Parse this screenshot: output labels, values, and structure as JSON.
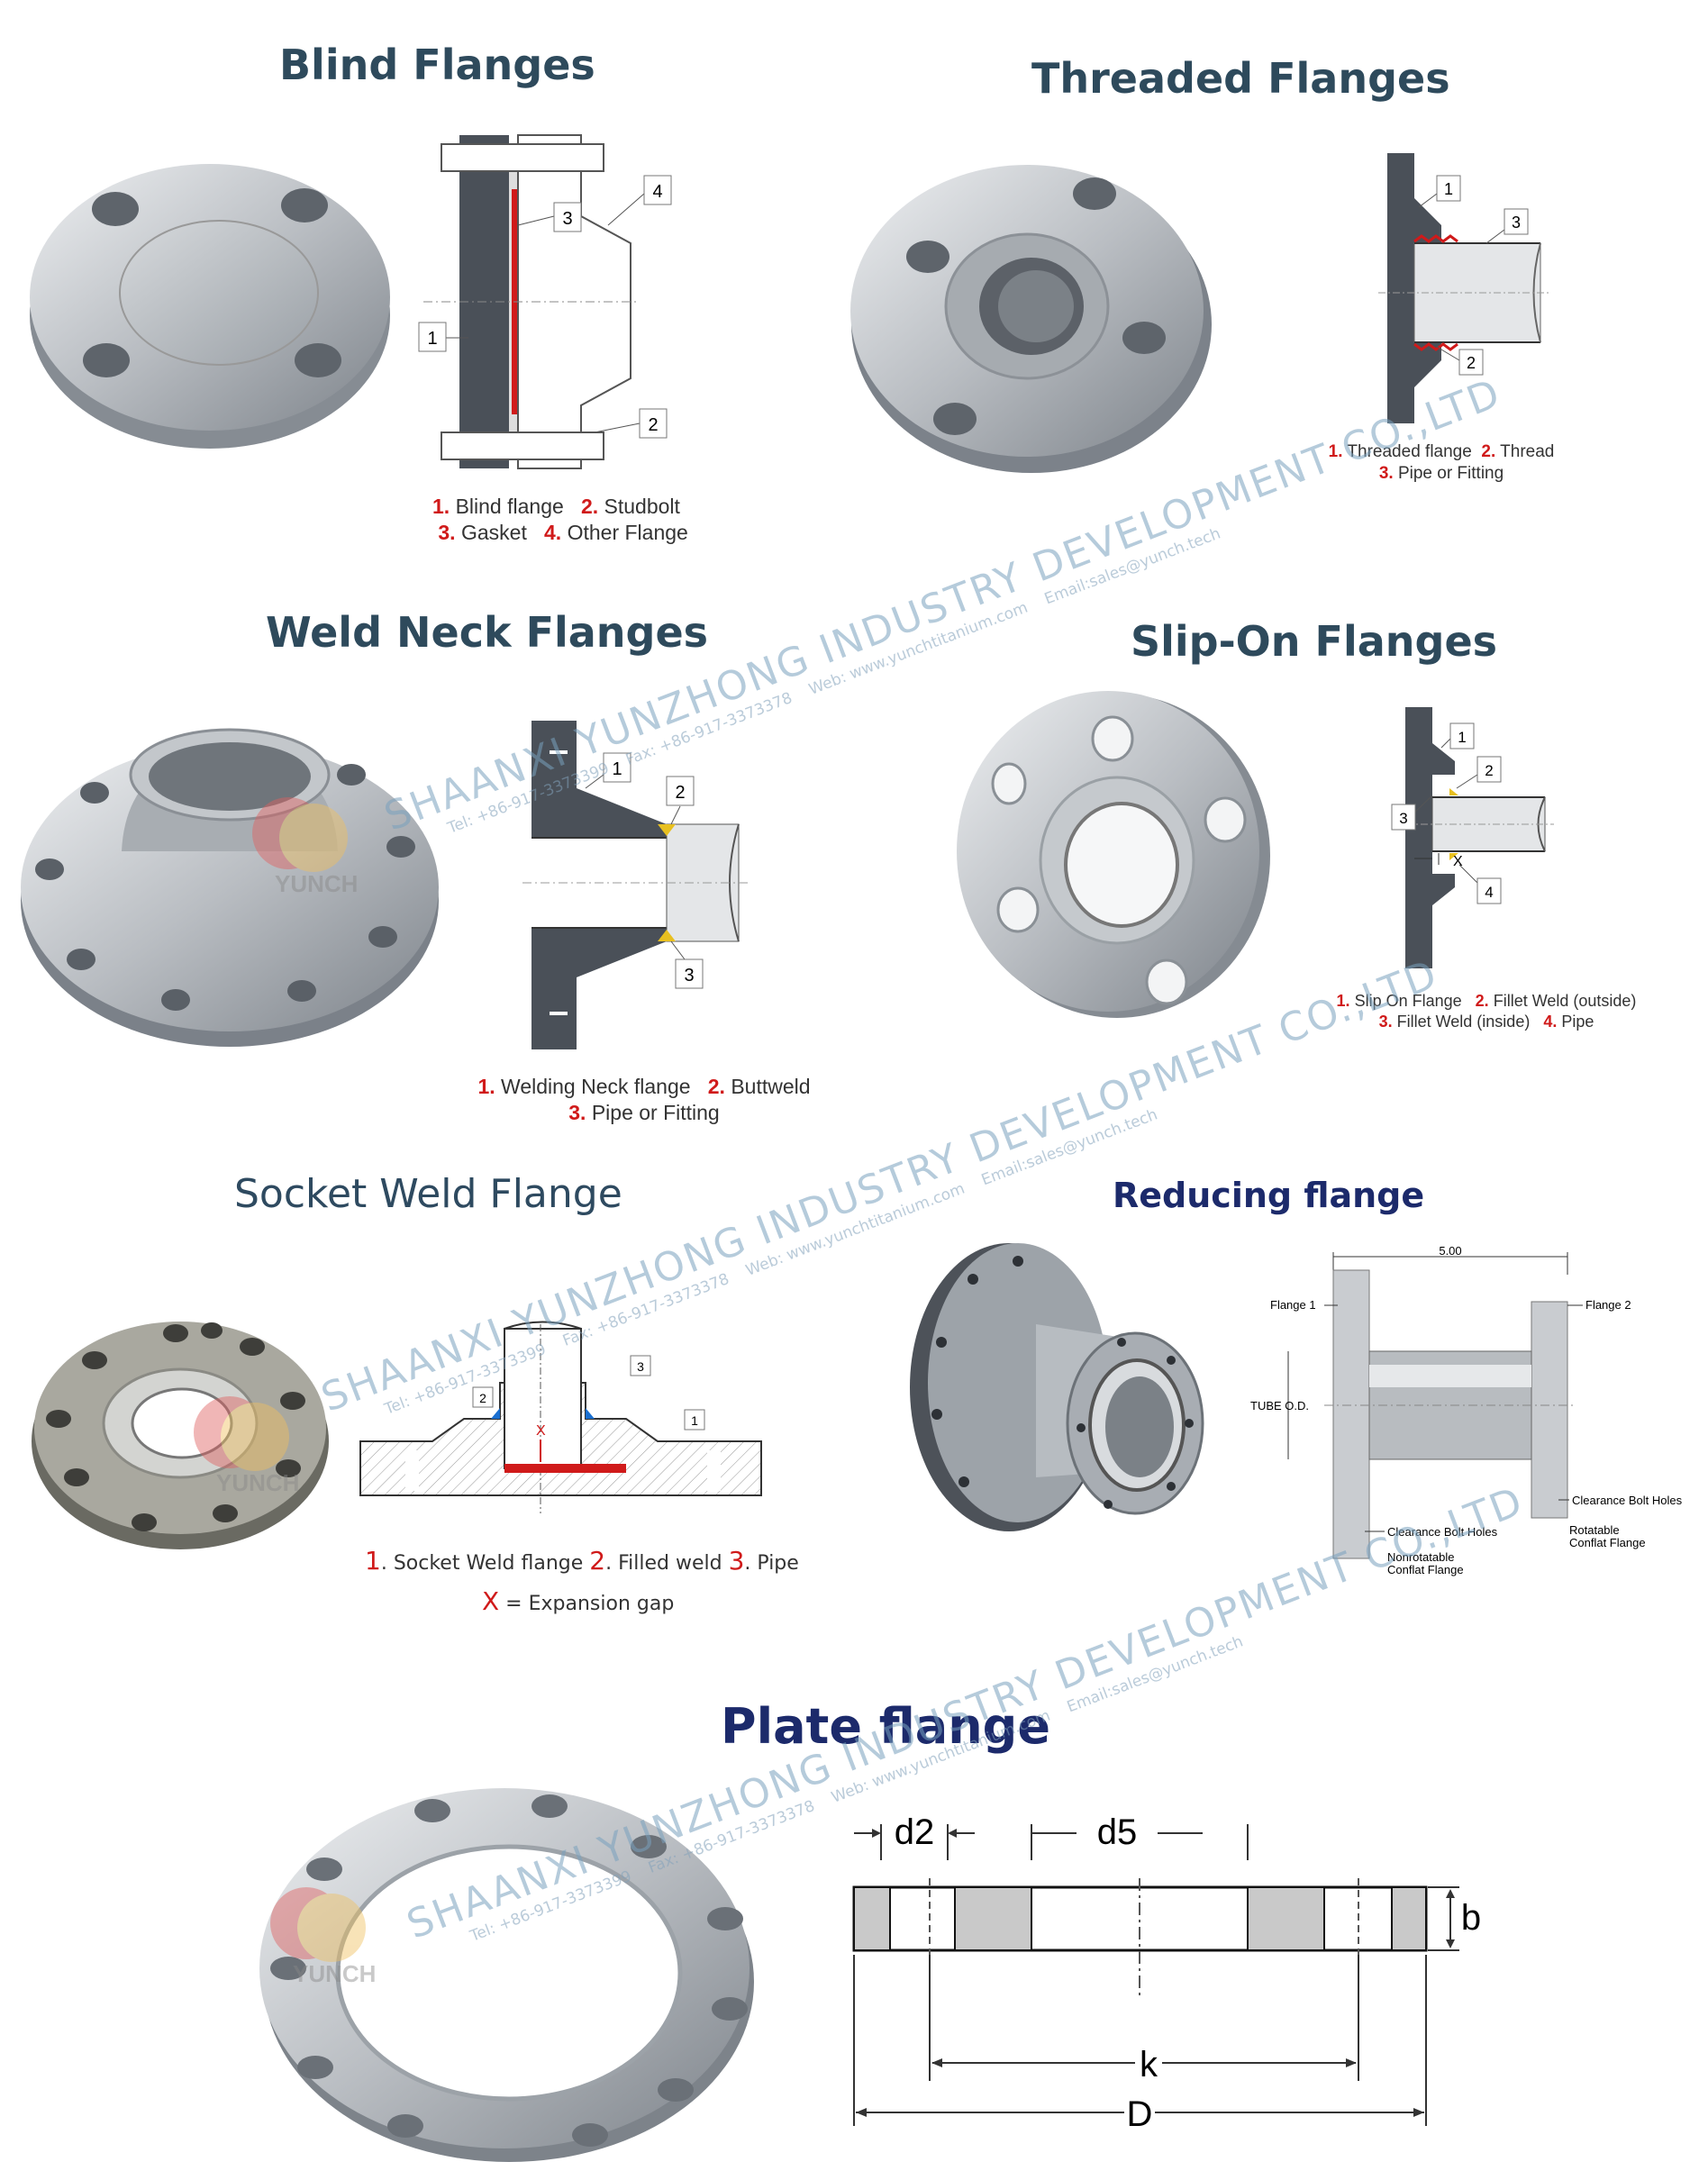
{
  "sections": {
    "blind": {
      "title": "Blind Flanges",
      "labels": [
        "1",
        "2",
        "3",
        "4"
      ],
      "legend": [
        {
          "num": "1.",
          "text": "Blind flange"
        },
        {
          "num": "2.",
          "text": "Studbolt"
        },
        {
          "num": "3.",
          "text": "Gasket"
        },
        {
          "num": "4.",
          "text": "Other Flange"
        }
      ]
    },
    "threaded": {
      "title": "Threaded Flanges",
      "labels": [
        "1",
        "2",
        "3"
      ],
      "legend": [
        {
          "num": "1.",
          "text": "Threaded flange"
        },
        {
          "num": "2.",
          "text": "Thread"
        },
        {
          "num": "3.",
          "text": "Pipe or Fitting"
        }
      ]
    },
    "weldneck": {
      "title": "Weld Neck Flanges",
      "labels": [
        "1",
        "2",
        "3"
      ],
      "legend": [
        {
          "num": "1.",
          "text": "Welding Neck flange"
        },
        {
          "num": "2.",
          "text": "Buttweld"
        },
        {
          "num": "3.",
          "text": "Pipe or Fitting"
        }
      ]
    },
    "slipon": {
      "title": "Slip-On Flanges",
      "labels": [
        "1",
        "2",
        "3",
        "4",
        "X"
      ],
      "legend": [
        {
          "num": "1.",
          "text": "Slip On Flange"
        },
        {
          "num": "2.",
          "text": "Fillet Weld (outside)"
        },
        {
          "num": "3.",
          "text": "Fillet Weld (inside)"
        },
        {
          "num": "4.",
          "text": "Pipe"
        }
      ]
    },
    "socket": {
      "title": "Socket Weld Flange",
      "labels": [
        "1",
        "2",
        "3",
        "X"
      ],
      "legend": [
        {
          "num": "1",
          "text": ". Socket Weld flange "
        },
        {
          "num": "2",
          "text": ". Filled weld "
        },
        {
          "num": "3",
          "text": ". Pipe"
        }
      ],
      "gap_symbol": "X",
      "gap_text": " = Expansion gap"
    },
    "reducing": {
      "title": "Reducing flange",
      "dim": "5.00",
      "labels": {
        "flange1": "Flange 1",
        "flange2": "Flange 2",
        "tube_od": "TUBE O.D.",
        "clearance_right": "Clearance Bolt Holes",
        "clearance_left": "Clearance Bolt Holes",
        "rotatable_1": "Rotatable",
        "rotatable_2": "Conflat Flange",
        "nonrot_1": "Nonrotatable",
        "nonrot_2": "Conflat Flange"
      }
    },
    "plate": {
      "title": "Plate flange",
      "dims": {
        "d2": "d2",
        "d5": "d5",
        "b": "b",
        "k": "k",
        "D": "D"
      }
    }
  },
  "watermark": {
    "company": "SHAANXI YUNZHONG INDUSTRY DEVELOPMENT CO.,LTD",
    "tel": "Tel: +86-917-3373399",
    "fax": "Fax: +86-917-3373378",
    "web": "Web: www.yunchtitanium.com",
    "email": "Email:sales@yunch.tech",
    "logo": "YUNCH"
  },
  "colors": {
    "title": "#2e4a5c",
    "navy_title": "#1c2a6b",
    "legend_number": "#d01a1a",
    "steel_dark": "#4a5058",
    "weld": "#e8c020",
    "watermark": "#7aa0be"
  }
}
